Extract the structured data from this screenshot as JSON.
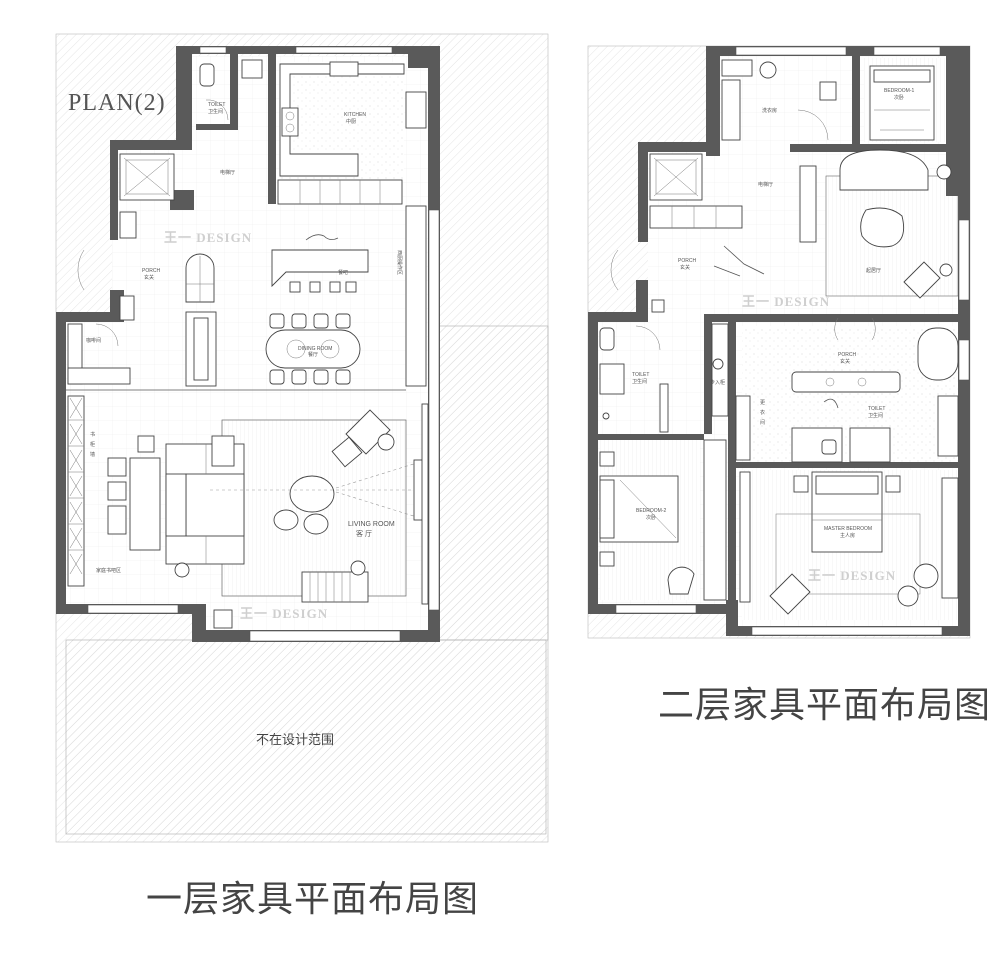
{
  "plan_title": "PLAN(2)",
  "caption_floor1": "一层家具平面布局图",
  "caption_floor2": "二层家具平面布局图",
  "watermark": "王一 DESIGN",
  "out_of_scope": "不在设计范围",
  "floor1_labels": {
    "toilet_en": "TOILET",
    "toilet_cn": "卫生间",
    "elevator_hall": "电梯厅",
    "kitchen_en": "KITCHEN",
    "kitchen_cn": "中厨",
    "porch_en": "PORCH",
    "porch_cn": "玄关",
    "bar": "餐吧",
    "west_kitchen": "西厨操作区",
    "coffee": "咖啡间",
    "dining_en": "DINING ROOM",
    "dining_cn": "餐厅",
    "bookwall_1": "书",
    "bookwall_2": "柜",
    "bookwall_3": "墙",
    "living_en": "LIVING ROOM",
    "living_cn": "客 厅",
    "family_bar": "家庭书吧区"
  },
  "floor2_labels": {
    "laundry": "洗衣房",
    "bedroom1_en": "BEDROOM-1",
    "bedroom1_cn": "次卧",
    "elevator_hall": "电梯厅",
    "lounge": "起居厅",
    "porch_en": "PORCH",
    "porch_cn": "玄关",
    "toilet_en": "TOILET",
    "toilet_cn": "卫生间",
    "wardrobe_1": "更",
    "wardrobe_2": "衣",
    "wardrobe_3": "间",
    "toilet2_en": "TOILET",
    "toilet2_cn": "卫生间",
    "bedroom2_en": "BEDROOM-2",
    "bedroom2_cn": "次卧",
    "master_en": "MASTER BEDROOM",
    "master_cn": "主人房",
    "closet": "步入柜"
  }
}
